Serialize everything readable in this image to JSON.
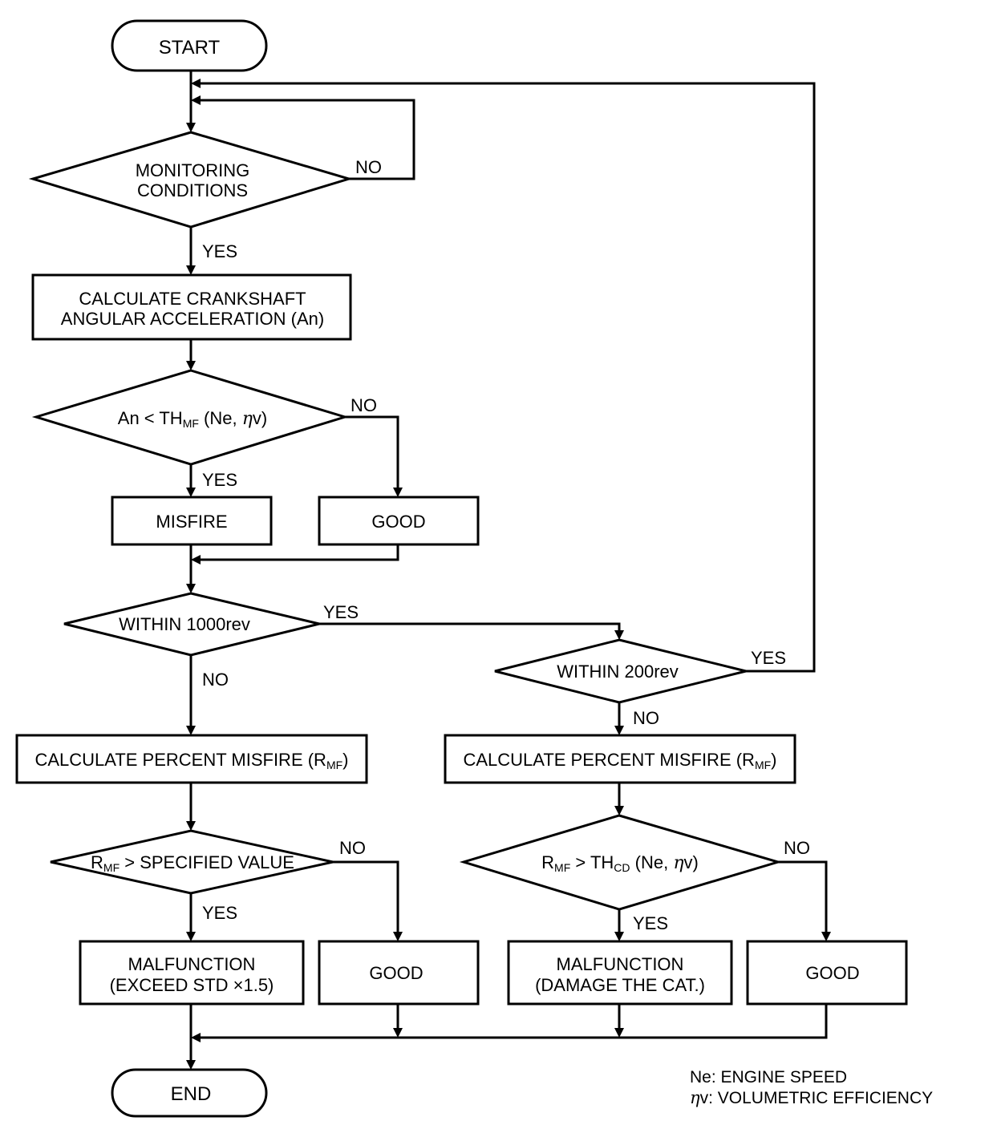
{
  "nodes": {
    "start": "START",
    "end": "END",
    "monitoring_1": "MONITORING",
    "monitoring_2": "CONDITIONS",
    "calc_crank_1": "CALCULATE CRANKSHAFT",
    "calc_crank_2": "ANGULAR ACCELERATION (An)",
    "an_compare_pre": "An < TH",
    "an_compare_sub": "MF",
    "an_compare_post": " (Ne, ",
    "an_compare_eta": "η",
    "an_compare_end": "v)",
    "misfire": "MISFIRE",
    "good_1": "GOOD",
    "within_1000": "WITHIN 1000rev",
    "within_200": "WITHIN 200rev",
    "calc_pct_left_pre": "CALCULATE PERCENT MISFIRE (R",
    "calc_pct_left_sub": "MF",
    "calc_pct_left_post": ")",
    "calc_pct_right_pre": "CALCULATE PERCENT MISFIRE (R",
    "calc_pct_right_sub": "MF",
    "calc_pct_right_post": ")",
    "rmf_spec_pre": "R",
    "rmf_spec_sub": "MF",
    "rmf_spec_post": " > SPECIFIED VALUE",
    "rmf_thcd_pre": "R",
    "rmf_thcd_sub1": "MF",
    "rmf_thcd_mid": " > TH",
    "rmf_thcd_sub2": "CD",
    "rmf_thcd_post": " (Ne, ",
    "rmf_thcd_eta": "η",
    "rmf_thcd_end": "v)",
    "malf_exceed_1": "MALFUNCTION",
    "malf_exceed_2": "(EXCEED STD  ×1.5)",
    "good_2": "GOOD",
    "malf_cat_1": "MALFUNCTION",
    "malf_cat_2": "(DAMAGE THE CAT.)",
    "good_3": "GOOD"
  },
  "edge_labels": {
    "monitoring_no": "NO",
    "monitoring_yes": "YES",
    "an_no": "NO",
    "an_yes": "YES",
    "within1000_yes": "YES",
    "within1000_no": "NO",
    "within200_yes": "YES",
    "within200_no": "NO",
    "spec_no": "NO",
    "spec_yes": "YES",
    "thcd_no": "NO",
    "thcd_yes": "YES"
  },
  "legend": {
    "ne": "Ne: ENGINE SPEED",
    "eta_symbol": "η",
    "eta_text": "v: VOLUMETRIC EFFICIENCY"
  }
}
